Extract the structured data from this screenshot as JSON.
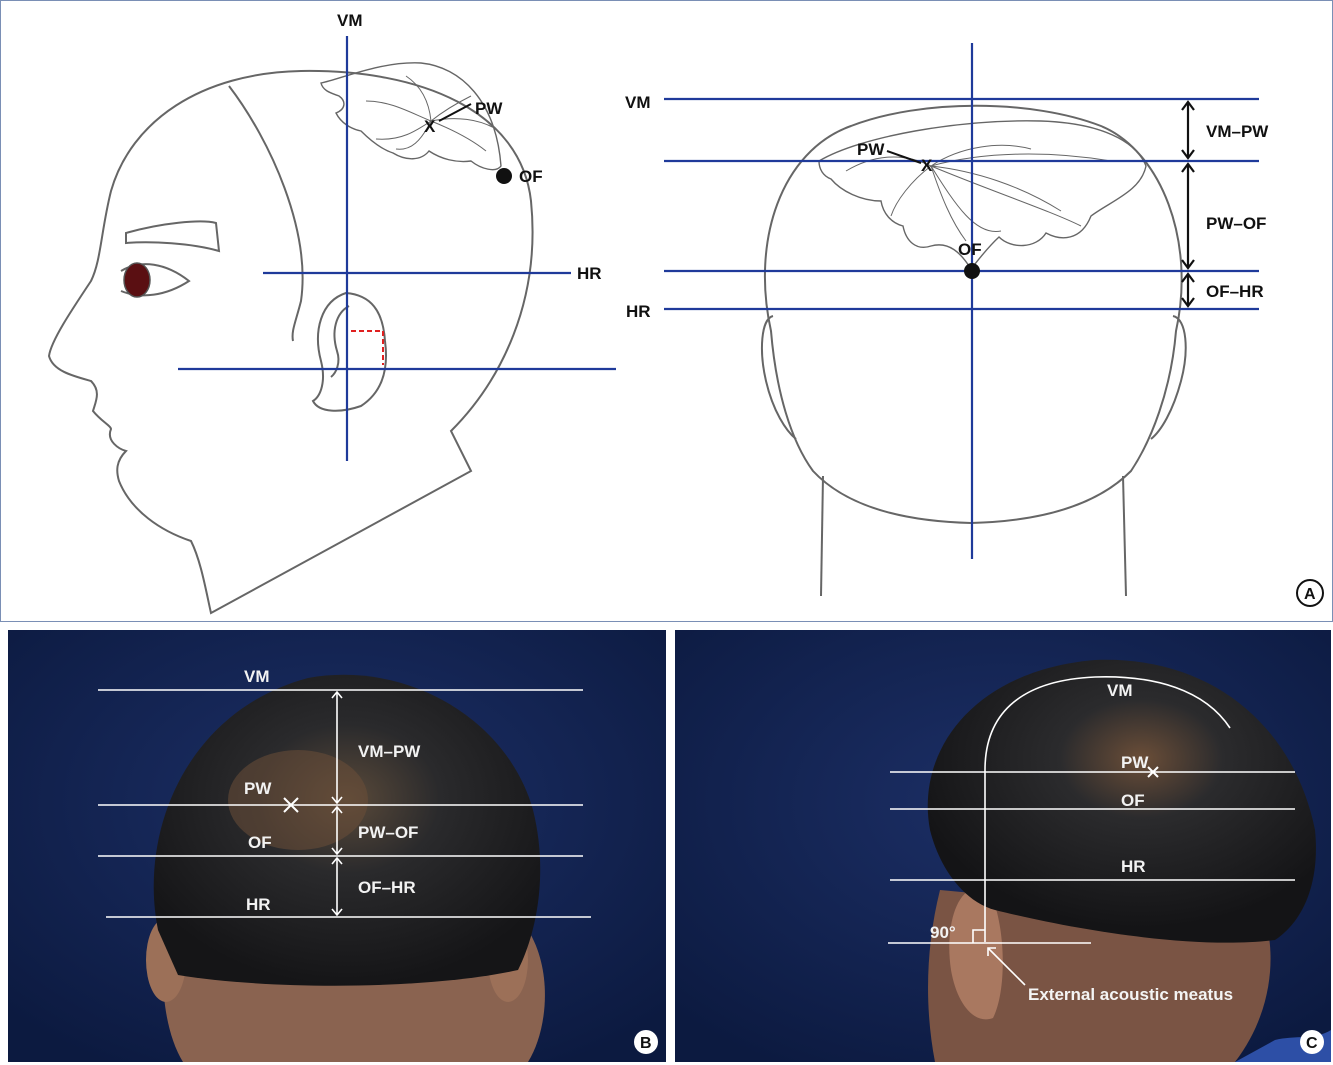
{
  "colors": {
    "guide_line": "#1f3a9a",
    "outline": "#666666",
    "dot": "#111111",
    "eye": "#5a0f12",
    "right_angle": "#e02020",
    "photo_bg": "#10204a"
  },
  "panel_a": {
    "badge": "A",
    "side_view": {
      "labels": {
        "vm": "VM",
        "pw": "PW",
        "x": "X",
        "of": "OF",
        "hr": "HR"
      }
    },
    "back_view": {
      "labels": {
        "vm": "VM",
        "pw": "PW",
        "x": "X",
        "of": "OF",
        "hr": "HR"
      },
      "distances": {
        "vm_pw": "VM–PW",
        "pw_of": "PW–OF",
        "of_hr": "OF–HR"
      }
    }
  },
  "panel_b": {
    "badge": "B",
    "labels": {
      "vm": "VM",
      "pw": "PW",
      "of": "OF",
      "hr": "HR"
    },
    "distances": {
      "vm_pw": "VM–PW",
      "pw_of": "PW–OF",
      "of_hr": "OF–HR"
    }
  },
  "panel_c": {
    "badge": "C",
    "labels": {
      "vm": "VM",
      "pw": "PW",
      "of": "OF",
      "hr": "HR"
    },
    "angle": "90°",
    "meatus": "External acoustic meatus"
  }
}
